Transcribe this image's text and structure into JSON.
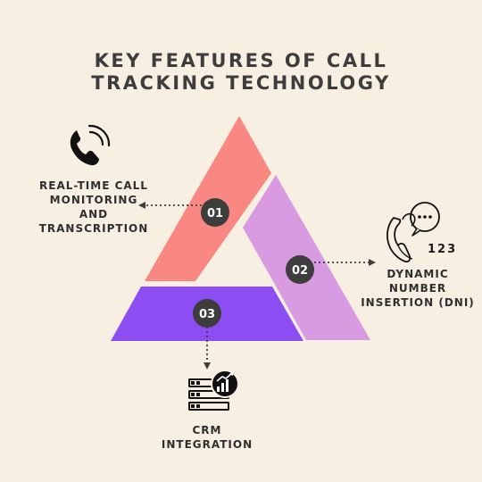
{
  "title": {
    "line1": "KEY FEATURES OF CALL",
    "line2": "TRACKING TECHNOLOGY"
  },
  "features": [
    {
      "number": "01",
      "lines": [
        "REAL-TIME CALL",
        "MONITORING",
        "AND",
        "TRANSCRIPTION"
      ],
      "color": "#f98883",
      "icon": "phone-ringing-icon"
    },
    {
      "number": "02",
      "lines": [
        "DYNAMIC",
        "NUMBER",
        "INSERTION (DNI)"
      ],
      "color": "#d89ae0",
      "icon": "person-calling-numbers-icon",
      "icon_text": "123"
    },
    {
      "number": "03",
      "lines": [
        "CRM",
        "INTEGRATION"
      ],
      "color": "#8c4ef2",
      "icon": "server-chart-icon"
    }
  ],
  "colors": {
    "background": "#f7efe2",
    "badge": "#3d3d3d",
    "text": "#2f2f2f"
  }
}
